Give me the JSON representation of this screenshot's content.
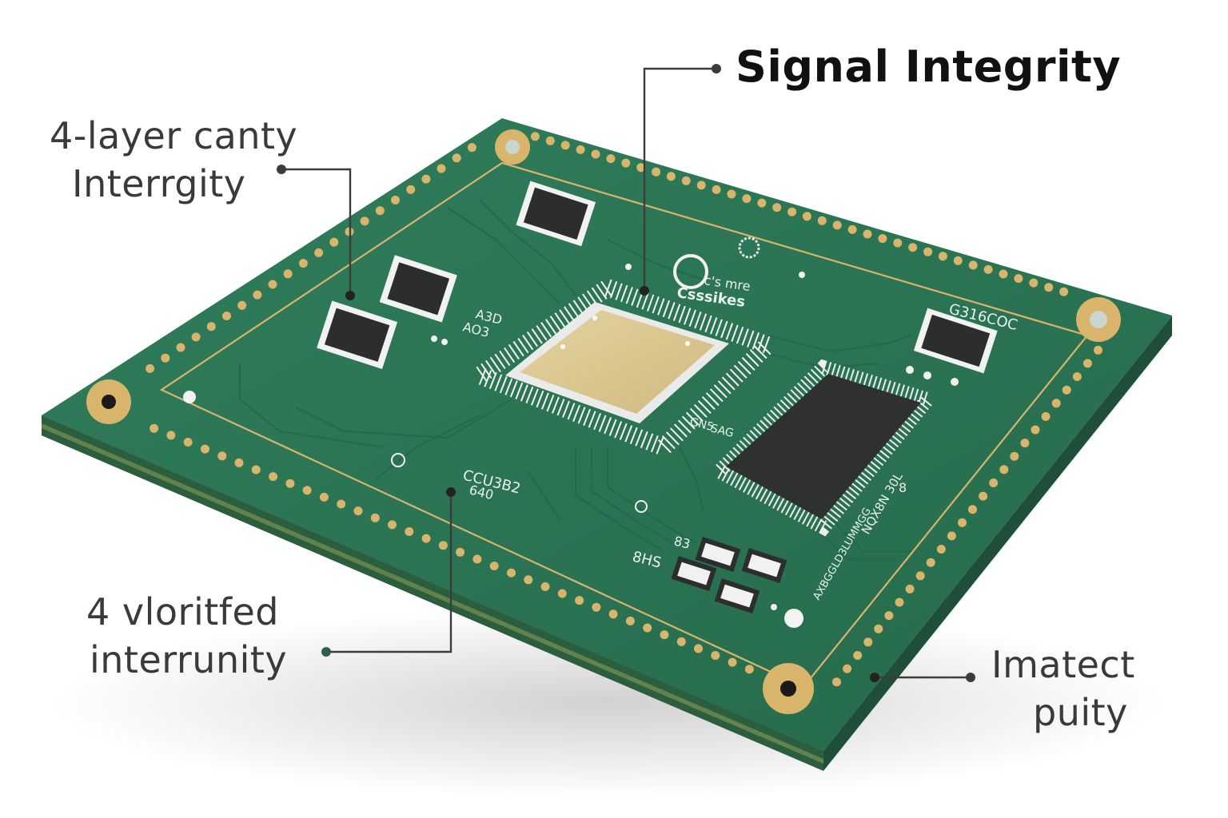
{
  "image": {
    "subject": "pcb-board",
    "colors": {
      "board": "#2f7d5b",
      "board_edge": "#1d4d38",
      "gold": "#d9b56b",
      "chip": "#2c2f2e",
      "die": "#d8c48e",
      "leader": "#3c3c3c"
    }
  },
  "callouts": {
    "signal": {
      "text": "Signal Integrity"
    },
    "top_left": {
      "line1": "4-layer canty",
      "line2": "Interrgity"
    },
    "bottom_left": {
      "line1": "4 vloritfed",
      "line2": "interrunity"
    },
    "bottom_right": {
      "line1": "Imatect",
      "line2": "puity"
    }
  },
  "board_text": {
    "logo_line1": "c's mre",
    "logo_line2": "Csssikes",
    "top_right_code": "G316COC",
    "mid_left_a": "A3D",
    "mid_left_b": "AO3",
    "center_left_a": "CCU3B2",
    "center_left_b": "640",
    "mid_a": "83",
    "mid_b": "8HS",
    "mid_c": "GN5",
    "mid_d": "SAG",
    "small_8": "8",
    "right_vert": "NQX8N 30L",
    "bottom_vert": "AXBGGLD3LUMMGG"
  }
}
